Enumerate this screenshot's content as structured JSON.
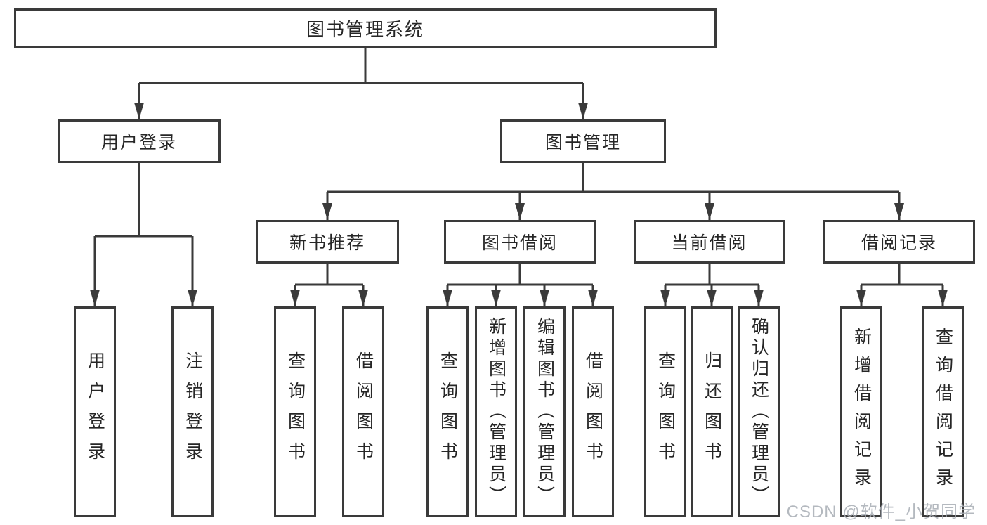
{
  "diagram_title": "图书管理系统",
  "colors": {
    "line": "#3a3a3a",
    "text": "#262626",
    "background": "#ffffff",
    "watermark": "#a8adb5"
  },
  "nodes": {
    "root": "图书管理系统",
    "user_login": "用户登录",
    "book_mgmt": "图书管理",
    "new_book": "新书推荐",
    "borrow": "图书借阅",
    "current": "当前借阅",
    "records": "借阅记录",
    "leaf_user_login": "用户登录",
    "leaf_logout": "注销登录",
    "leaf_nb_query": "查询图书",
    "leaf_nb_borrow": "借阅图书",
    "leaf_bw_query": "查询图书",
    "leaf_bw_add": "新增图书（管理员）",
    "leaf_bw_edit": "编辑图书（管理员）",
    "leaf_bw_borrow": "借阅图书",
    "leaf_cur_query": "查询图书",
    "leaf_cur_return": "归还图书",
    "leaf_cur_confirm": "确认归还（管理员）",
    "leaf_rec_add": "新增借阅记录",
    "leaf_rec_query": "查询借阅记录"
  },
  "structure": {
    "root": [
      "user_login",
      "book_mgmt"
    ],
    "user_login": [
      "leaf_user_login",
      "leaf_logout"
    ],
    "book_mgmt": [
      "new_book",
      "borrow",
      "current",
      "records"
    ],
    "new_book": [
      "leaf_nb_query",
      "leaf_nb_borrow"
    ],
    "borrow": [
      "leaf_bw_query",
      "leaf_bw_add",
      "leaf_bw_edit",
      "leaf_bw_borrow"
    ],
    "current": [
      "leaf_cur_query",
      "leaf_cur_return",
      "leaf_cur_confirm"
    ],
    "records": [
      "leaf_rec_add",
      "leaf_rec_query"
    ]
  },
  "watermark": "CSDN @软件_小贺同学"
}
